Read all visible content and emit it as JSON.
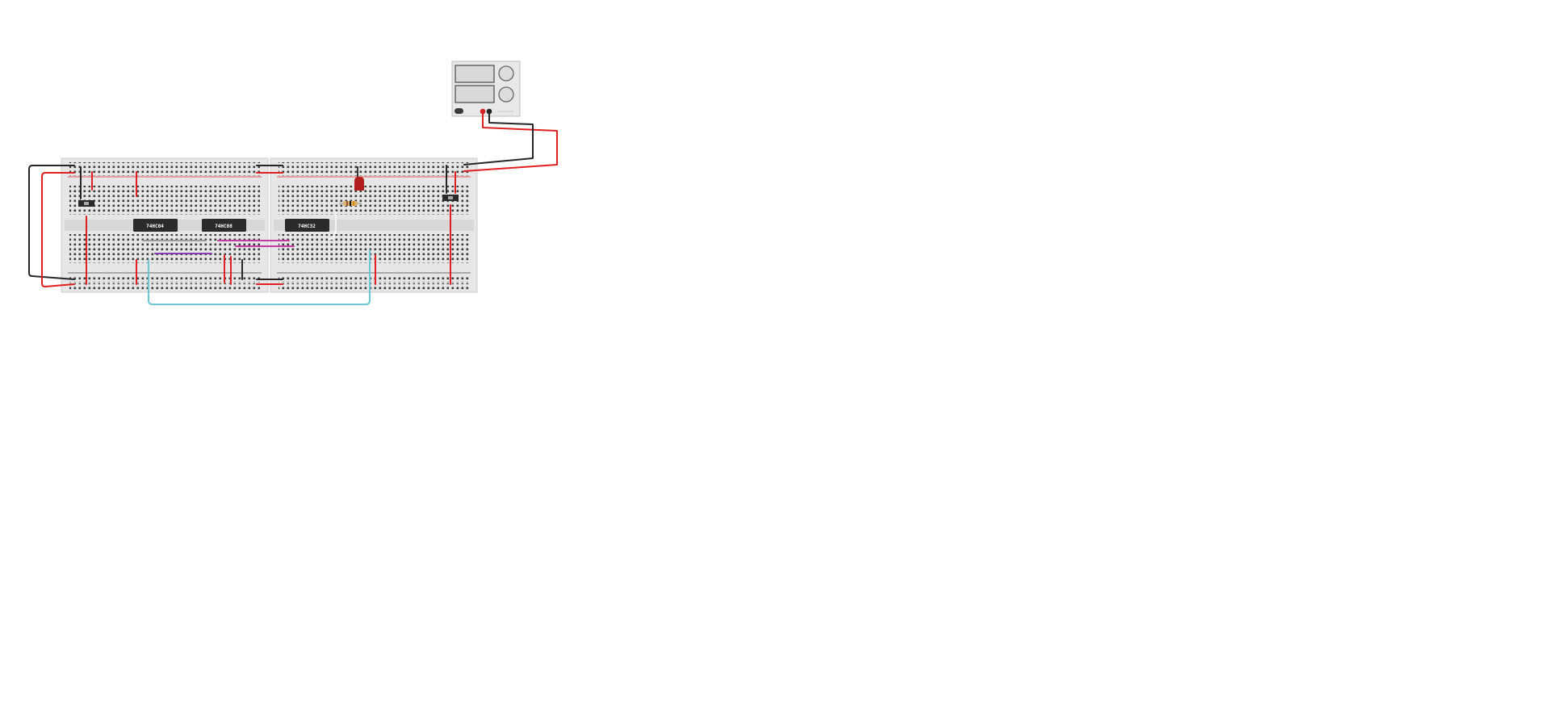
{
  "canvas": {
    "background": "#ffffff"
  },
  "power_supply": {
    "name": "dc-power-supply"
  },
  "breadboards": [
    {
      "name": "breadboard-left"
    },
    {
      "name": "breadboard-right"
    }
  ],
  "chips": [
    {
      "id": "chip1",
      "label": "74HC04"
    },
    {
      "id": "chip2",
      "label": "74HC08"
    },
    {
      "id": "chip3",
      "label": "74HC32"
    }
  ],
  "switches": [
    {
      "id": "switch-left"
    },
    {
      "id": "switch-right"
    }
  ],
  "components": {
    "led": {
      "color": "#b01e1e"
    },
    "resistor": {
      "body_color": "#d8b070"
    }
  },
  "colors": {
    "wire_red": "#e02020",
    "wire_black": "#262626",
    "wire_magenta": "#c43aa0",
    "wire_purple": "#8a3ab0",
    "wire_gray": "#9a9a9a",
    "wire_cyan": "#6ec6d4",
    "breadboard": "#e6e6e6",
    "chip": "#2b2b2b"
  }
}
